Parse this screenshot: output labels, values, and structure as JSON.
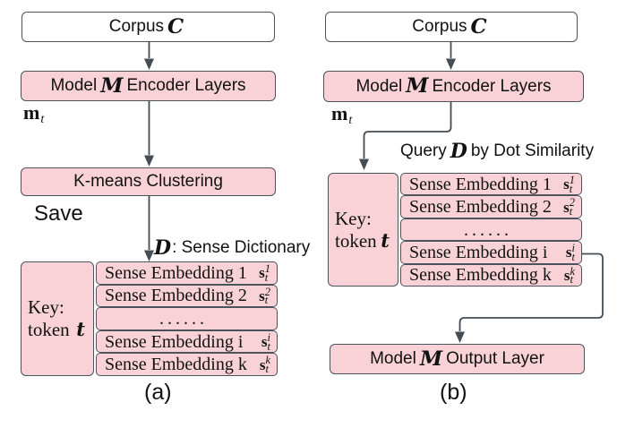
{
  "colors": {
    "box_fill_pink": "#f8d2d6",
    "box_border": "#4d535b",
    "arrow": "#454c54",
    "text": "#121212"
  },
  "a": {
    "corpus": {
      "label": "Corpus",
      "symbol": "C"
    },
    "encoder": {
      "pre": "Model",
      "symbol": "M",
      "post": "Encoder Layers"
    },
    "m_vector": {
      "base": "m",
      "sub": "t"
    },
    "kmeans": {
      "label": "K-means Clustering"
    },
    "save_label": "Save",
    "dict_title": {
      "symbol": "D",
      "text": ": Sense Dictionary"
    },
    "key": {
      "line1": "Key:",
      "word": "token",
      "token": "t"
    },
    "rows": [
      {
        "label": "Sense Embedding 1",
        "base": "s",
        "sup": "1",
        "sub": "t"
      },
      {
        "label": "Sense Embedding 2",
        "base": "s",
        "sup": "2",
        "sub": "t"
      },
      {
        "label": "......",
        "base": "",
        "sup": "",
        "sub": ""
      },
      {
        "label": "Sense Embedding i",
        "base": "s",
        "sup": "i",
        "sub": "t"
      },
      {
        "label": "Sense Embedding k",
        "base": "s",
        "sup": "k",
        "sub": "t"
      }
    ],
    "caption": "(a)"
  },
  "b": {
    "corpus": {
      "label": "Corpus",
      "symbol": "C"
    },
    "encoder": {
      "pre": "Model",
      "symbol": "M",
      "post": "Encoder Layers"
    },
    "m_vector": {
      "base": "m",
      "sub": "t"
    },
    "query_title": {
      "pre": "Query",
      "symbol": "D",
      "post": "by Dot Similarity"
    },
    "key": {
      "line1": "Key:",
      "word": "token",
      "token": "t"
    },
    "rows": [
      {
        "label": "Sense Embedding 1",
        "base": "s",
        "sup": "1",
        "sub": "t"
      },
      {
        "label": "Sense Embedding 2",
        "base": "s",
        "sup": "2",
        "sub": "t"
      },
      {
        "label": "......",
        "base": "",
        "sup": "",
        "sub": ""
      },
      {
        "label": "Sense Embedding i",
        "base": "s",
        "sup": "i",
        "sub": "t"
      },
      {
        "label": "Sense Embedding k",
        "base": "s",
        "sup": "k",
        "sub": "t"
      }
    ],
    "output": {
      "pre": "Model",
      "symbol": "M",
      "post": "Output Layer"
    },
    "caption": "(b)"
  }
}
